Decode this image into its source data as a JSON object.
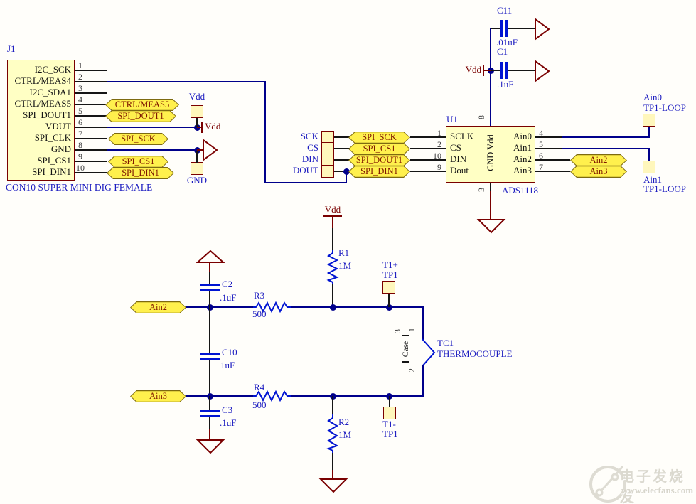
{
  "colors": {
    "wire_net": "#00008B",
    "component_blue": "#0014D2",
    "power_red": "#7A0000",
    "net_label_text": "#801800",
    "designator_blue": "#1c1cc0",
    "box_fill": "#FFFFC4",
    "hex_fill": "#FFF04D",
    "tp_fill": "#FFF7BC"
  },
  "j1": {
    "ref": "J1",
    "desc": "CON10 SUPER MINI DIG FEMALE",
    "pins": [
      {
        "n": "1",
        "name": "I2C_SCK"
      },
      {
        "n": "2",
        "name": "CTRL/MEAS4"
      },
      {
        "n": "3",
        "name": "I2C_SDA1"
      },
      {
        "n": "4",
        "name": "CTRL/MEAS5"
      },
      {
        "n": "5",
        "name": "SPI_DOUT1"
      },
      {
        "n": "6",
        "name": "VDUT"
      },
      {
        "n": "7",
        "name": "SPI_CLK"
      },
      {
        "n": "8",
        "name": "GND"
      },
      {
        "n": "9",
        "name": "SPI_CS1"
      },
      {
        "n": "10",
        "name": "SPI_DIN1"
      }
    ]
  },
  "j1_nets": [
    {
      "label": "CTRL/MEAS5"
    },
    {
      "label": "SPI_DOUT1"
    },
    {
      "label": "SPI_SCK"
    },
    {
      "label": "SPI_CS1"
    },
    {
      "label": "SPI_DIN1"
    }
  ],
  "power": {
    "vdd": "Vdd",
    "gnd": "GND"
  },
  "tp": {
    "vdd": "Vdd",
    "gnd": "GND",
    "sck": "SCK",
    "cs": "CS",
    "din": "DIN",
    "dout": "DOUT",
    "ain0": {
      "name": "Ain0",
      "type": "TP1-LOOP"
    },
    "ain1": {
      "name": "Ain1",
      "type": "TP1-LOOP"
    },
    "t1p": {
      "name": "T1+",
      "type": "TP1"
    },
    "t1m": {
      "name": "T1-",
      "type": "TP1"
    }
  },
  "caps": {
    "c11": {
      "ref": "C11",
      "val": ".01uF"
    },
    "c1": {
      "ref": "C1",
      "val": ".1uF"
    },
    "c2": {
      "ref": "C2",
      "val": ".1uF"
    },
    "c10": {
      "ref": "C10",
      "val": "1uF"
    },
    "c3": {
      "ref": "C3",
      "val": ".1uF"
    }
  },
  "res": {
    "r1": {
      "ref": "R1",
      "val": "1M"
    },
    "r2": {
      "ref": "R2",
      "val": "1M"
    },
    "r3": {
      "ref": "R3",
      "val": "500"
    },
    "r4": {
      "ref": "R4",
      "val": "500"
    }
  },
  "u1": {
    "ref": "U1",
    "part": "ADS1118",
    "left_pins": [
      {
        "n": "1",
        "name": "SCLK"
      },
      {
        "n": "2",
        "name": "CS"
      },
      {
        "n": "10",
        "name": "DIN"
      },
      {
        "n": "9",
        "name": "Dout"
      }
    ],
    "right_pins": [
      {
        "n": "4",
        "name": "Ain0"
      },
      {
        "n": "5",
        "name": "Ain1"
      },
      {
        "n": "6",
        "name": "Ain2"
      },
      {
        "n": "7",
        "name": "Ain3"
      }
    ],
    "top_pin_n": "8",
    "bottom_pin_n": "3",
    "rail_label": "GND Vdd"
  },
  "spi_nets": [
    {
      "label": "SPI_SCK"
    },
    {
      "label": "SPI_CS1"
    },
    {
      "label": "SPI_DOUT1"
    },
    {
      "label": "SPI_DIN1"
    }
  ],
  "ain_nets": {
    "ain2": "Ain2",
    "ain3": "Ain3"
  },
  "tc1": {
    "ref": "TC1",
    "part": "THERMOCOUPLE",
    "pin1": "1",
    "pin2": "2",
    "pin3": "3",
    "case_label": "Case"
  },
  "watermark": {
    "name": "电子发烧友",
    "site": "www.elecfans.com"
  }
}
